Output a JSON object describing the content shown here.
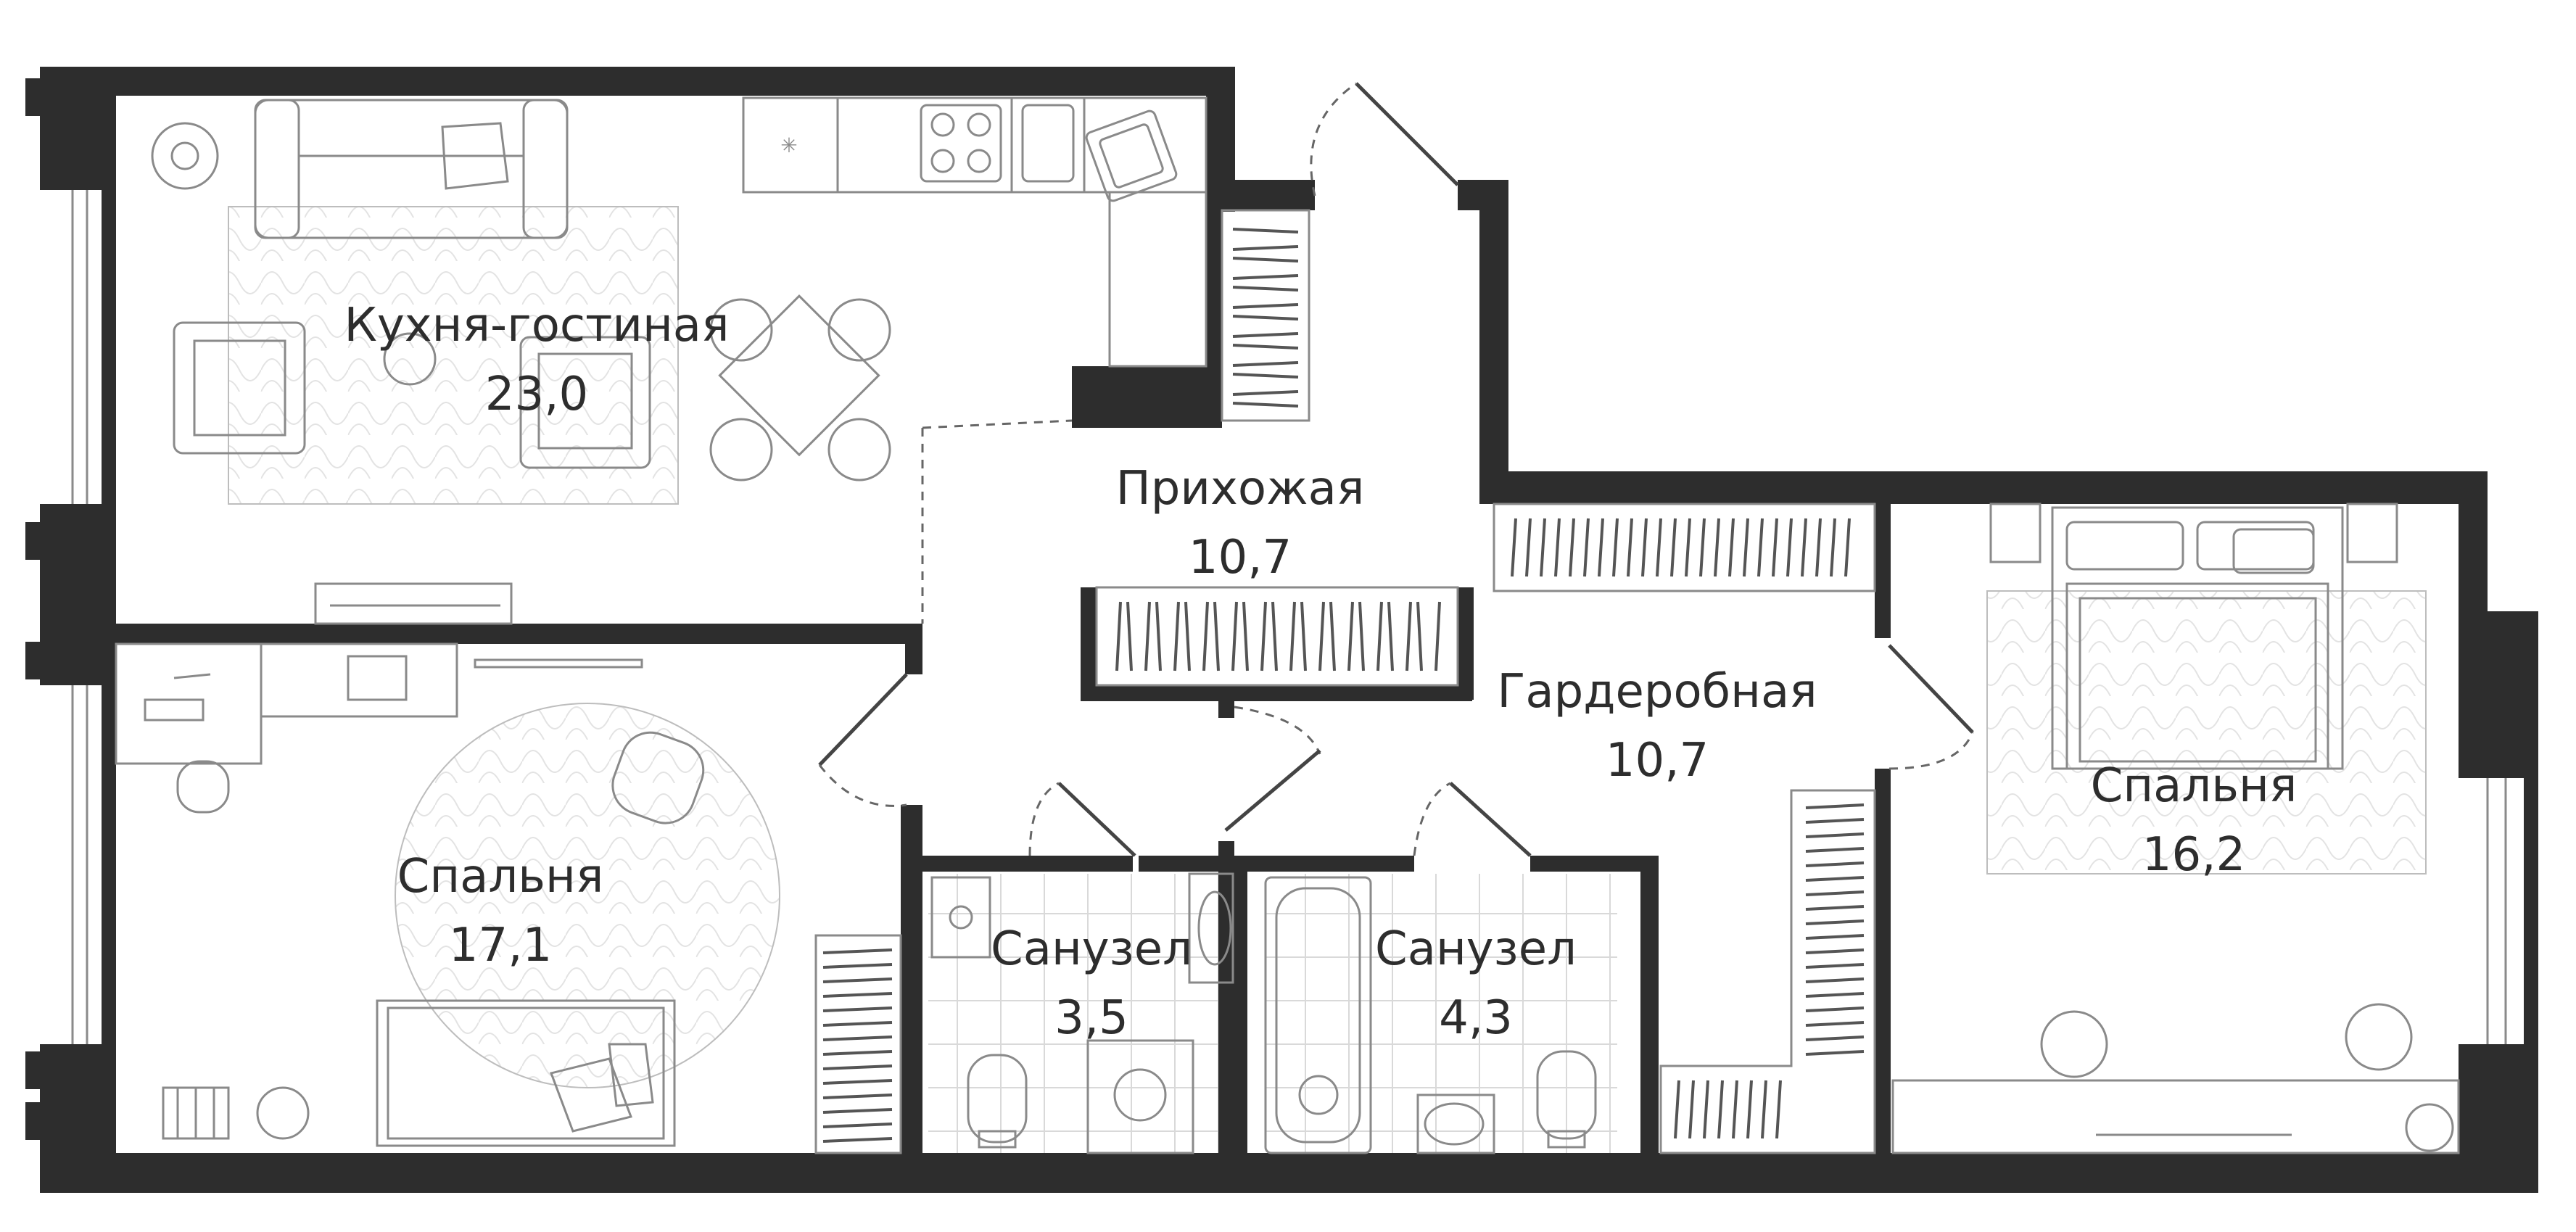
{
  "rooms": [
    {
      "name": "Кухня-гостиная",
      "area": "23,0"
    },
    {
      "name": "Прихожая",
      "area": "10,7"
    },
    {
      "name": "Гардеробная",
      "area": "10,7"
    },
    {
      "name": "Спальня",
      "area": "16,2"
    },
    {
      "name": "Спальня",
      "area": "17,1"
    },
    {
      "name": "Санузел",
      "area": "3,5"
    },
    {
      "name": "Санузел",
      "area": "4,3"
    }
  ],
  "colors": {
    "wall": "#2d2d2d",
    "furniture": "#8a8a8a",
    "background": "#ffffff"
  },
  "icons": [
    "sofa-icon",
    "armchair-icon",
    "dining-table-icon",
    "cooktop-icon",
    "sink-icon",
    "bed-icon",
    "desk-icon",
    "toilet-icon",
    "bathtub-icon",
    "shower-icon",
    "wardrobe-icon",
    "door-icon"
  ]
}
